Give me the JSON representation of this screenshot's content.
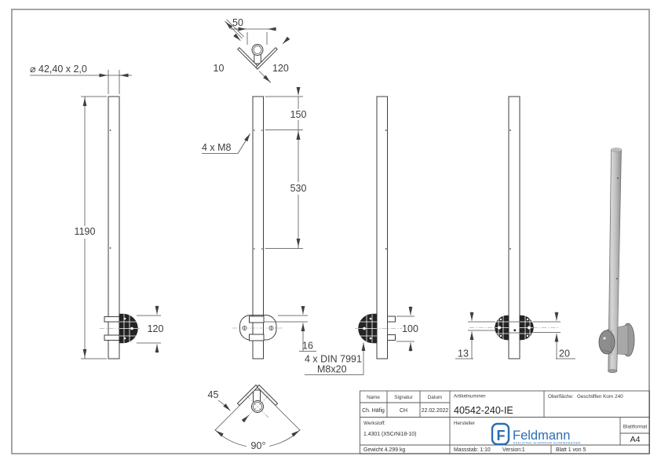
{
  "drawing": {
    "dims": {
      "diameter": "⌀ 42,40 x 2,0",
      "length": "1190",
      "bracket_height": "120",
      "detail_top": {
        "width": "50",
        "thickness": "10",
        "angle": "120"
      },
      "hole_offset_top": "150",
      "hole_spacing": "530",
      "thread": "4 x M8",
      "flange_offset": "16",
      "screw_line1": "4 x DIN 7991",
      "screw_line2": "M8x20",
      "flange_height": "100",
      "gap_left": "13",
      "gap_right": "20",
      "detail_bottom": {
        "leg": "45",
        "angle": "90°"
      }
    },
    "title_block": {
      "name_label": "Name",
      "signatur_label": "Signatur",
      "datum_label": "Datum",
      "name_value": "Ch. Häfig",
      "signatur_value": "CH",
      "datum_value": "22.02.2022",
      "artikelnummer_label": "Artikelnummer",
      "artikelnummer_value": "40542-240-IE",
      "oberflaeche_label": "Oberfläche:",
      "oberflaeche_value": "Geschliffen Korn 240",
      "werkstoff_label": "Werkstoff:",
      "werkstoff_value": "1.4301 (X5CrNi18-10)",
      "hersteller_label": "Hersteller",
      "logo_f": "F",
      "logo_text": "Feldmann",
      "logo_tagline": "EDELSTAHL ALUMINIUM SCHMIEDEEISEN",
      "blattformat_label": "Blattformat",
      "blattformat_value": "A4",
      "gewicht_text": "Gewicht 4.299 kg",
      "massstab_text": "Massstab: 1:10",
      "version_text": "Version:1",
      "blatt_text": "Blatt 1 von 5"
    },
    "colors": {
      "accent_blue": "#2a6db4",
      "line": "#3f3f3f"
    }
  }
}
